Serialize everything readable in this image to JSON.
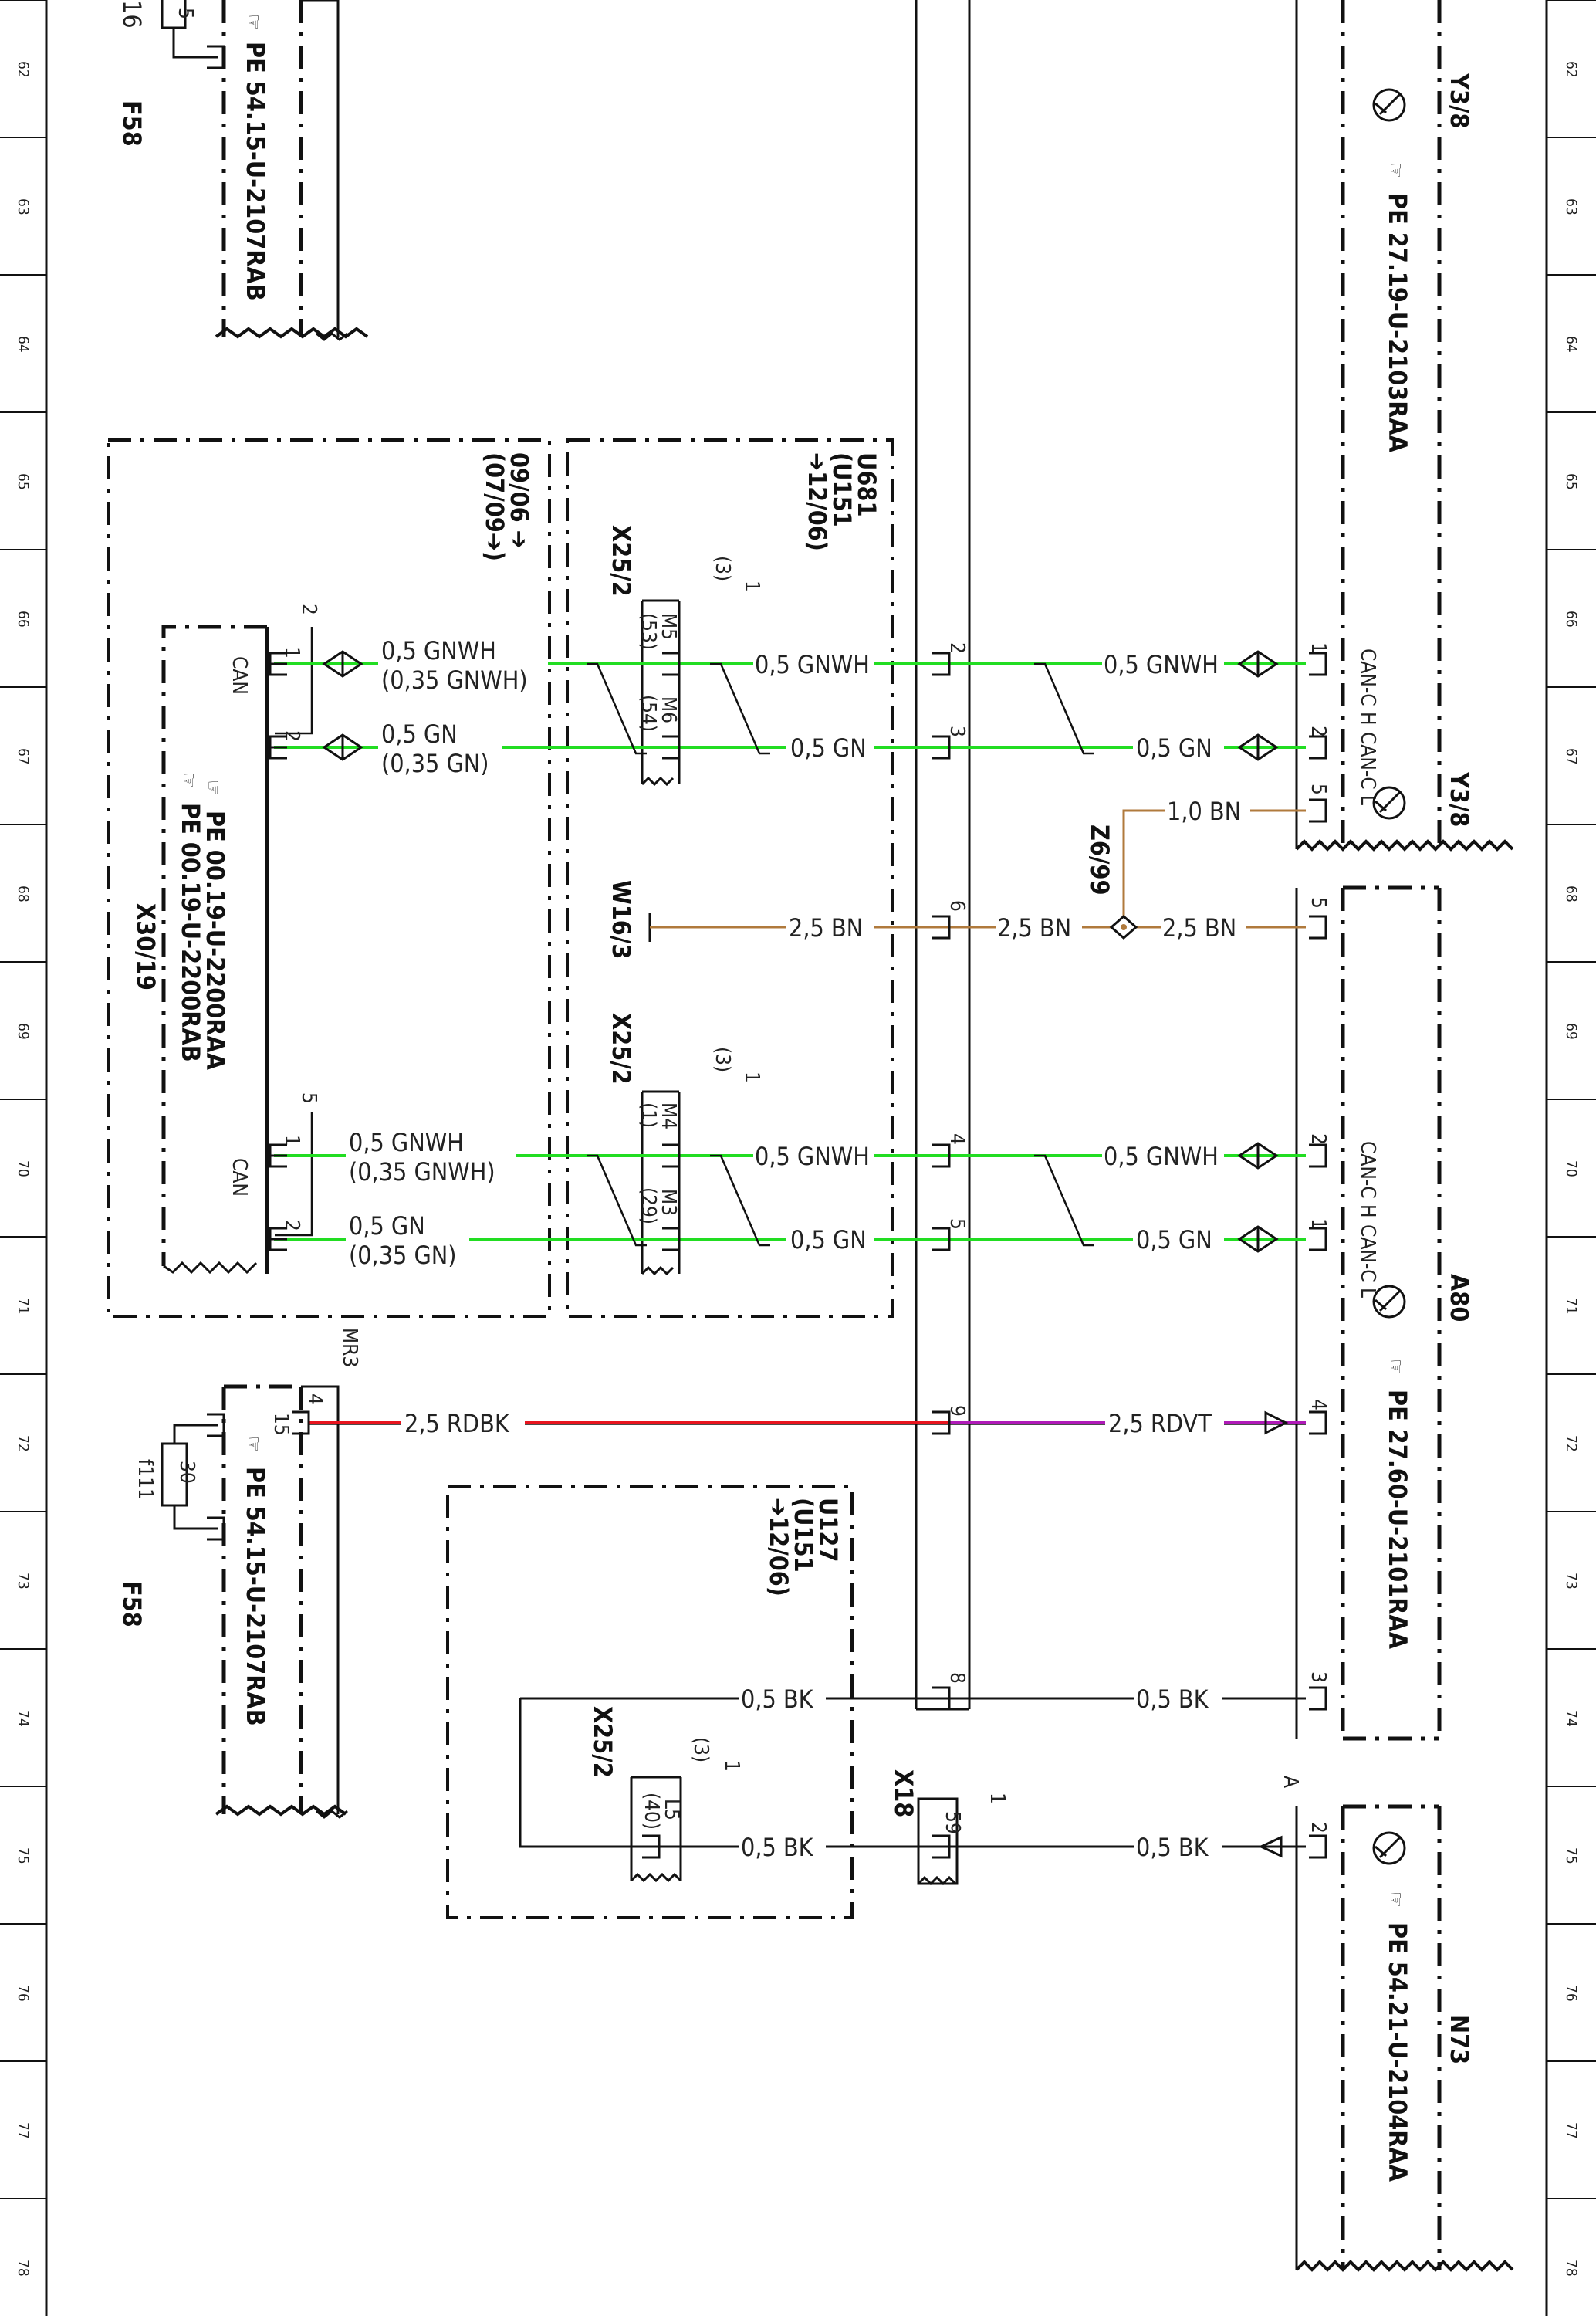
{
  "ruler": {
    "numbers": [
      "62",
      "63",
      "64",
      "65",
      "66",
      "67",
      "68",
      "69",
      "70",
      "71",
      "72",
      "73",
      "74",
      "75",
      "76",
      "77",
      "78"
    ]
  },
  "components": {
    "f58_top": {
      "id": "F58",
      "ref": "PE 54.15-U-2107RAB",
      "pin": "16",
      "fuse": "5"
    },
    "f58_bottom": {
      "id": "F58",
      "ref": "PE 54.15-U-2107RAB",
      "fuse_id": "f111",
      "fuse_rating": "30",
      "pin_in": "15",
      "pin_out": "4",
      "bus": "MR3"
    },
    "y38_top": {
      "id": "Y3/8",
      "ref": "PE 27.19-U-2103RAA",
      "pin1": "1",
      "pin2": "2",
      "pin1_label": "CAN-C H",
      "pin2_label": "CAN-C L"
    },
    "y38_bottom": {
      "id": "Y3/8",
      "pin": "5"
    },
    "a80": {
      "id": "A80",
      "ref": "PE 27.60-U-2101RAA",
      "pin_gnd": "5",
      "pin_canh": "2",
      "pin_canl": "1",
      "pin_power": "4",
      "pin_sig": "3",
      "canh_label": "CAN-C H",
      "canl_label": "CAN-C L"
    },
    "n73": {
      "id": "N73",
      "ref": "PE 54.21-U-2104RAA",
      "pin": "2",
      "pin_tag": "A"
    },
    "x30_19": {
      "id": "X30/19",
      "ref1": "PE 00.19-U-2200RAA",
      "ref2": "PE 00.19-U-2200RAB",
      "bus_label": "CAN",
      "grp1_num": "2",
      "grp2_num": "5",
      "pin1": "1",
      "pin2": "2"
    },
    "vehicle_box": {
      "line1": "09/06 ➔",
      "line2": "(07/09➔)"
    },
    "u681": {
      "line1": "U681",
      "line2": "(U151",
      "line3": "➔12/06)",
      "conn1": "X25/2",
      "conn2": "X25/2",
      "sub_num": "1",
      "sub_paren": "(3)",
      "m5": "M5",
      "m5p": "(53)",
      "m6": "M6",
      "m6p": "(54)",
      "m4": "M4",
      "m4p": "(1)",
      "m3": "M3",
      "m3p": "(29)"
    },
    "u127": {
      "line1": "U127",
      "line2": "(U151",
      "line3": "➔12/06)",
      "conn": "X25/2",
      "sub_num": "1",
      "sub_paren": "(3)",
      "l5": "L5",
      "l5p": "(40)"
    },
    "w16_3": {
      "id": "W16/3"
    },
    "z6_99": {
      "id": "Z6/99"
    },
    "x18": {
      "id": "X18",
      "sub_num": "1",
      "pin": "59"
    },
    "harness": {
      "pins": [
        "2",
        "3",
        "6",
        "4",
        "5",
        "9",
        "8"
      ]
    }
  },
  "wires": {
    "can_h_a": "0,5 GNWH",
    "can_h_b": "(0,35 GNWH)",
    "can_l_a": "0,5 GN",
    "can_l_b": "(0,35 GN)",
    "can_h_mid": "0,5 GNWH",
    "can_l_mid": "0,5 GN",
    "gnd_main": "2,5 BN",
    "gnd_branch": "1,0 BN",
    "power_left": "2,5 RDBK",
    "power_right": "2,5 RDVT",
    "bk": "0,5 BK"
  },
  "colors": {
    "green": "#22dd22",
    "brown": "#b07a3c",
    "red": "#e8141e",
    "violet": "#b01ab8",
    "line": "#111111"
  }
}
